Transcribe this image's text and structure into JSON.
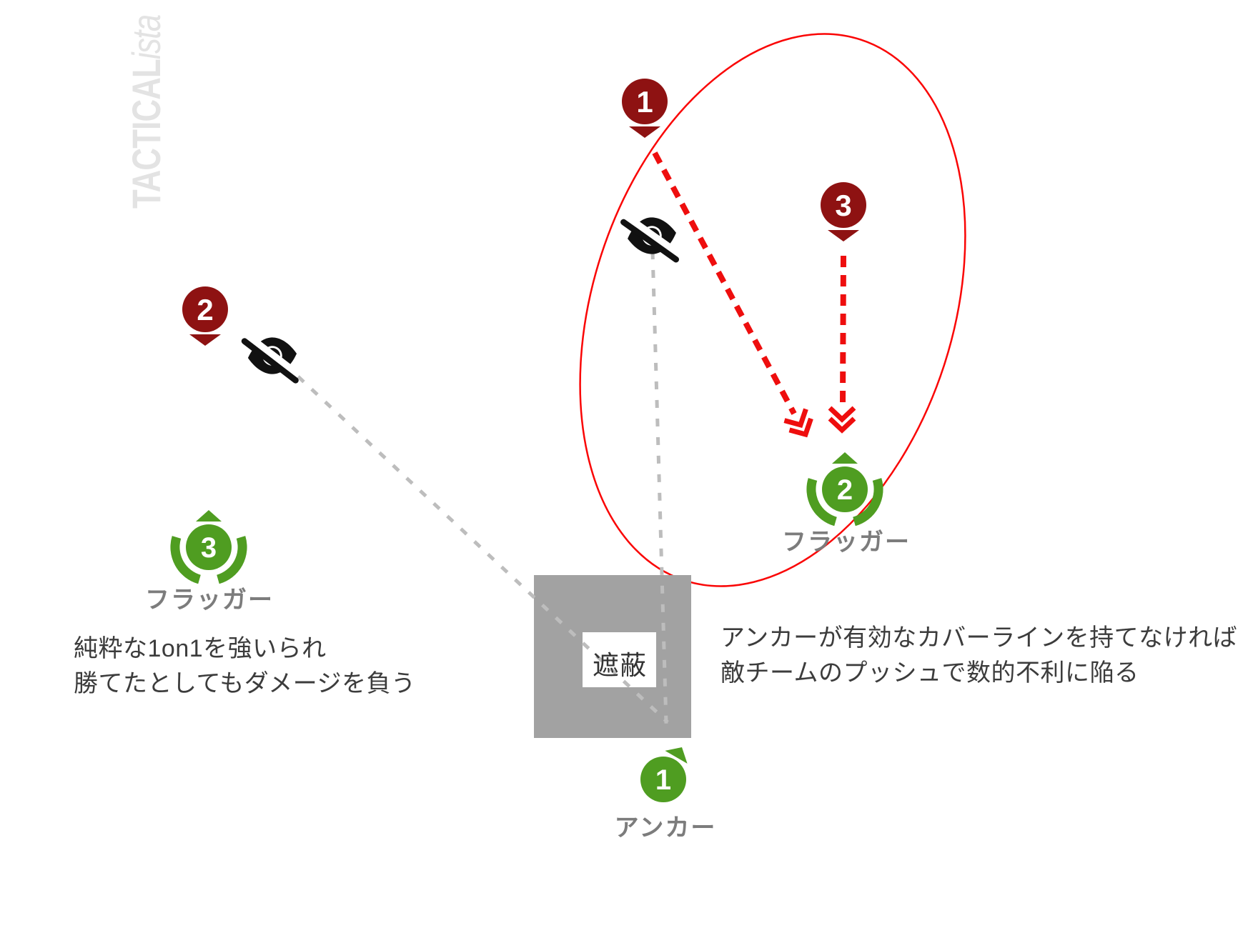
{
  "app": {
    "watermark_bold": "TACTICAL",
    "watermark_italic": "ista"
  },
  "colors": {
    "enemy_red": "#8E1212",
    "friendly_green": "#4F9D21",
    "arrow_red": "#EE0E0E",
    "ellipse_red": "#FA0505",
    "cover_gray": "#A2A2A2",
    "sight_line_gray": "#BDBDBD",
    "label_gray": "#7C7C7C",
    "note_text": "#3C3C3C",
    "watermark_gray": "#E3E3E3"
  },
  "enemy_markers": [
    {
      "number": "1"
    },
    {
      "number": "2"
    },
    {
      "number": "3"
    }
  ],
  "friendly_markers": [
    {
      "number": "1",
      "label": "アンカー"
    },
    {
      "number": "2",
      "label": "フラッガー"
    },
    {
      "number": "3",
      "label": "フラッガー"
    }
  ],
  "cover": {
    "label": "遮蔽"
  },
  "icons": {
    "blocked_vision_left": "eye-slash",
    "blocked_vision_right": "eye-slash"
  },
  "notes": {
    "left": {
      "line1": "純粋な1on1を強いられ",
      "line2": "勝てたとしてもダメージを負う"
    },
    "right": {
      "line1": "アンカーが有効なカバーラインを持てなければ",
      "line2": "敵チームのプッシュで数的不利に陥る"
    }
  }
}
